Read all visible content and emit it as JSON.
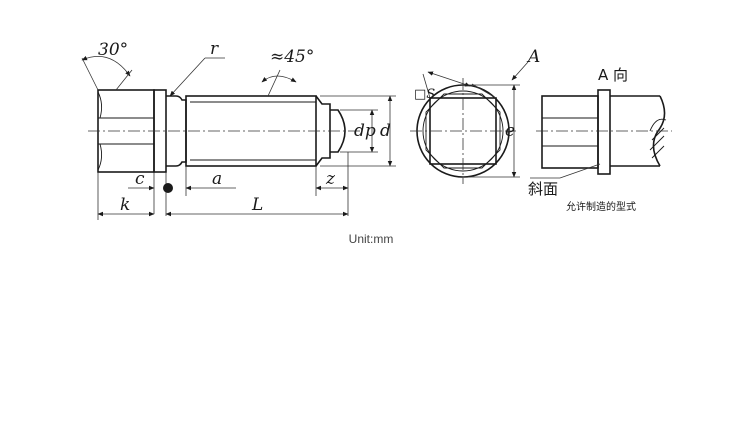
{
  "labels": {
    "angle_head": "30°",
    "radius": "r",
    "chamfer_angle": "≈45°",
    "dp": "dp",
    "d": "d",
    "c": "c",
    "a": "a",
    "z": "z",
    "k": "k",
    "L": "L",
    "s": "□S",
    "e": "e",
    "A": "A",
    "view_A": "A 向",
    "bevel": "斜面",
    "allowed_form": "允许制造的型式"
  },
  "unit": "Unit:mm"
}
